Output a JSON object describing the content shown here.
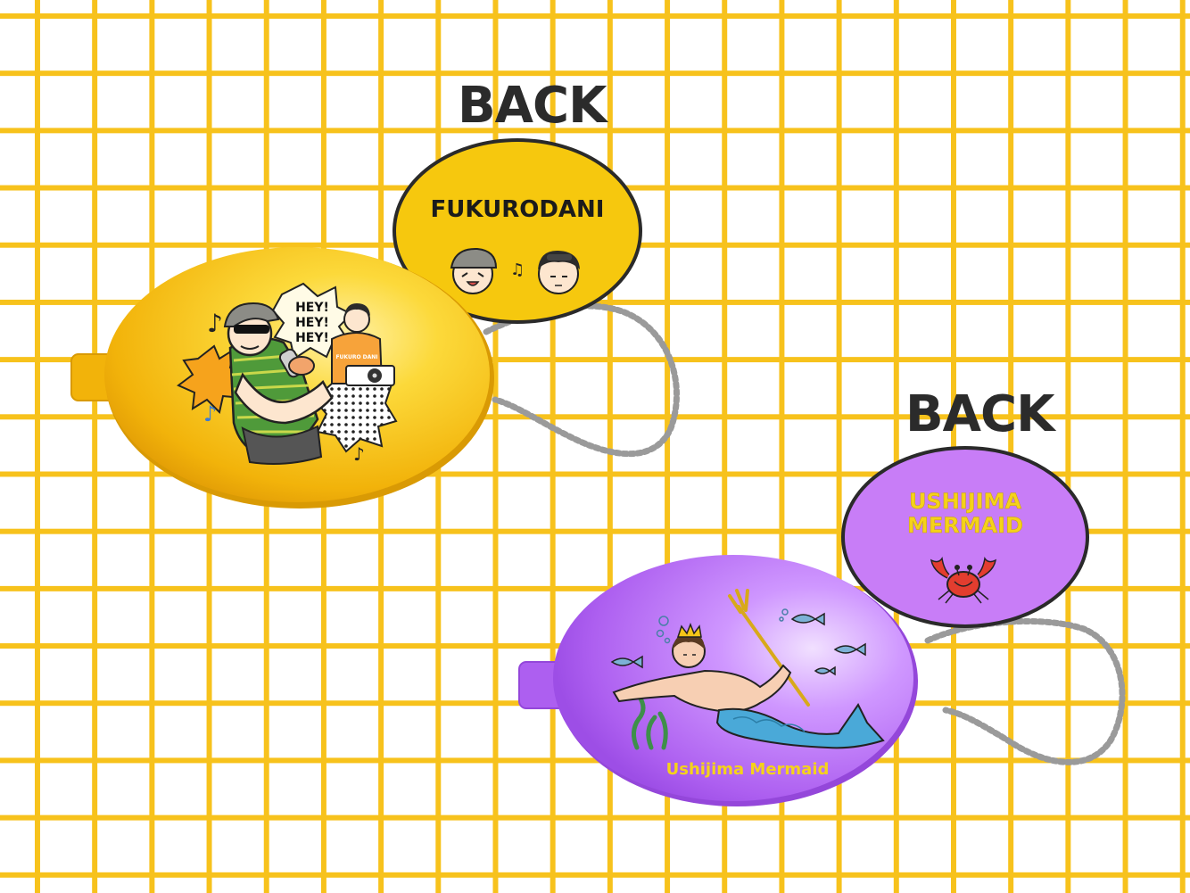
{
  "labels": {
    "back_fukurodani": "BACK",
    "back_ushijima": "BACK"
  },
  "fukurodani": {
    "back_text": "FUKURODANI",
    "front_shout": [
      "HEY!",
      "HEY!",
      "HEY!"
    ],
    "shirt_text": "FUKURO DANI",
    "colors": {
      "body": "#f6c10d",
      "highlight": "#fff1a0",
      "outline": "#2a2a2a"
    }
  },
  "ushijima": {
    "back_text_line1": "USHIJIMA",
    "back_text_line2": "MERMAID",
    "front_caption": "Ushijima Mermaid",
    "colors": {
      "body": "#b266f0",
      "highlight": "#f0dcff",
      "text": "#f5d21a"
    }
  },
  "grid": {
    "color": "#f7c21c"
  }
}
